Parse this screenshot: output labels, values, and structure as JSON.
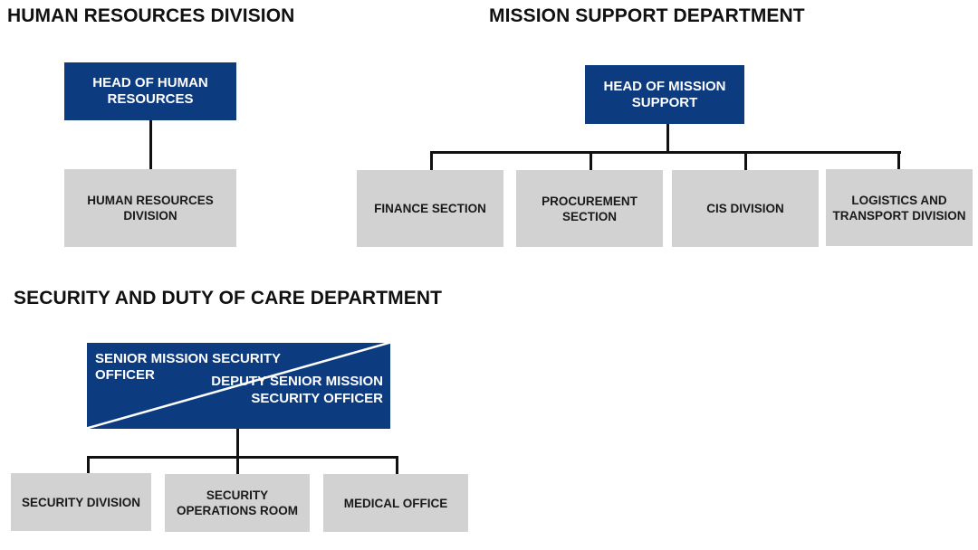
{
  "colors": {
    "head_box": "#0d3b80",
    "unit_box": "#d2d2d2",
    "connector": "#111111"
  },
  "hr": {
    "title": "HUMAN RESOURCES DIVISION",
    "head": "HEAD OF HUMAN RESOURCES",
    "units": [
      "HUMAN RESOURCES DIVISION"
    ]
  },
  "ms": {
    "title": "MISSION SUPPORT DEPARTMENT",
    "head": "HEAD OF MISSION SUPPORT",
    "units": [
      "FINANCE SECTION",
      "PROCUREMENT SECTION",
      "CIS DIVISION",
      "LOGISTICS AND TRANSPORT DIVISION"
    ]
  },
  "sdc": {
    "title": "SECURITY AND DUTY OF CARE DEPARTMENT",
    "head_primary": "SENIOR MISSION SECURITY OFFICER",
    "head_deputy": "DEPUTY SENIOR MISSION SECURITY OFFICER",
    "units": [
      "SECURITY DIVISION",
      "SECURITY OPERATIONS ROOM",
      "MEDICAL OFFICE"
    ]
  }
}
